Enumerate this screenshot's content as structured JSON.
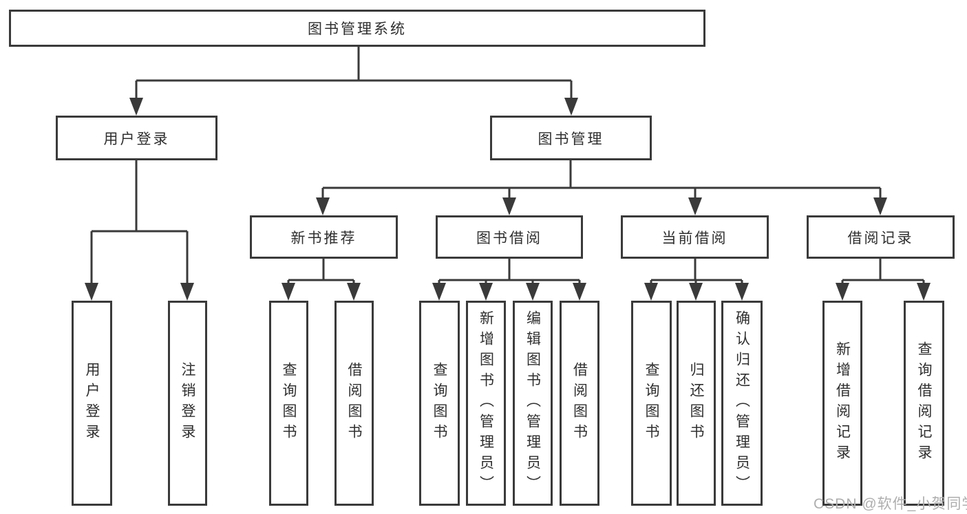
{
  "diagram": {
    "root": "图书管理系统",
    "branches": {
      "user_login": {
        "label": "用户登录",
        "children": [
          "用户登录",
          "注销登录"
        ]
      },
      "book_management": {
        "label": "图书管理",
        "children": {
          "new_book_rec": {
            "label": "新书推荐",
            "children": [
              "查询图书",
              "借阅图书"
            ]
          },
          "book_borrow": {
            "label": "图书借阅",
            "children": [
              "查询图书",
              "新增图书（管理员）",
              "编辑图书（管理员）",
              "借阅图书"
            ]
          },
          "current_borrow": {
            "label": "当前借阅",
            "children": [
              "查询图书",
              "归还图书",
              "确认归还（管理员）"
            ]
          },
          "borrow_record": {
            "label": "借阅记录",
            "children": [
              "新增借阅记录",
              "查询借阅记录"
            ]
          }
        }
      }
    }
  },
  "watermark": {
    "text": "CSDN @软件_小贺同学"
  },
  "colors": {
    "line": "#3a3a3a",
    "watermark": "#aeaeae",
    "background": "#ffffff"
  }
}
